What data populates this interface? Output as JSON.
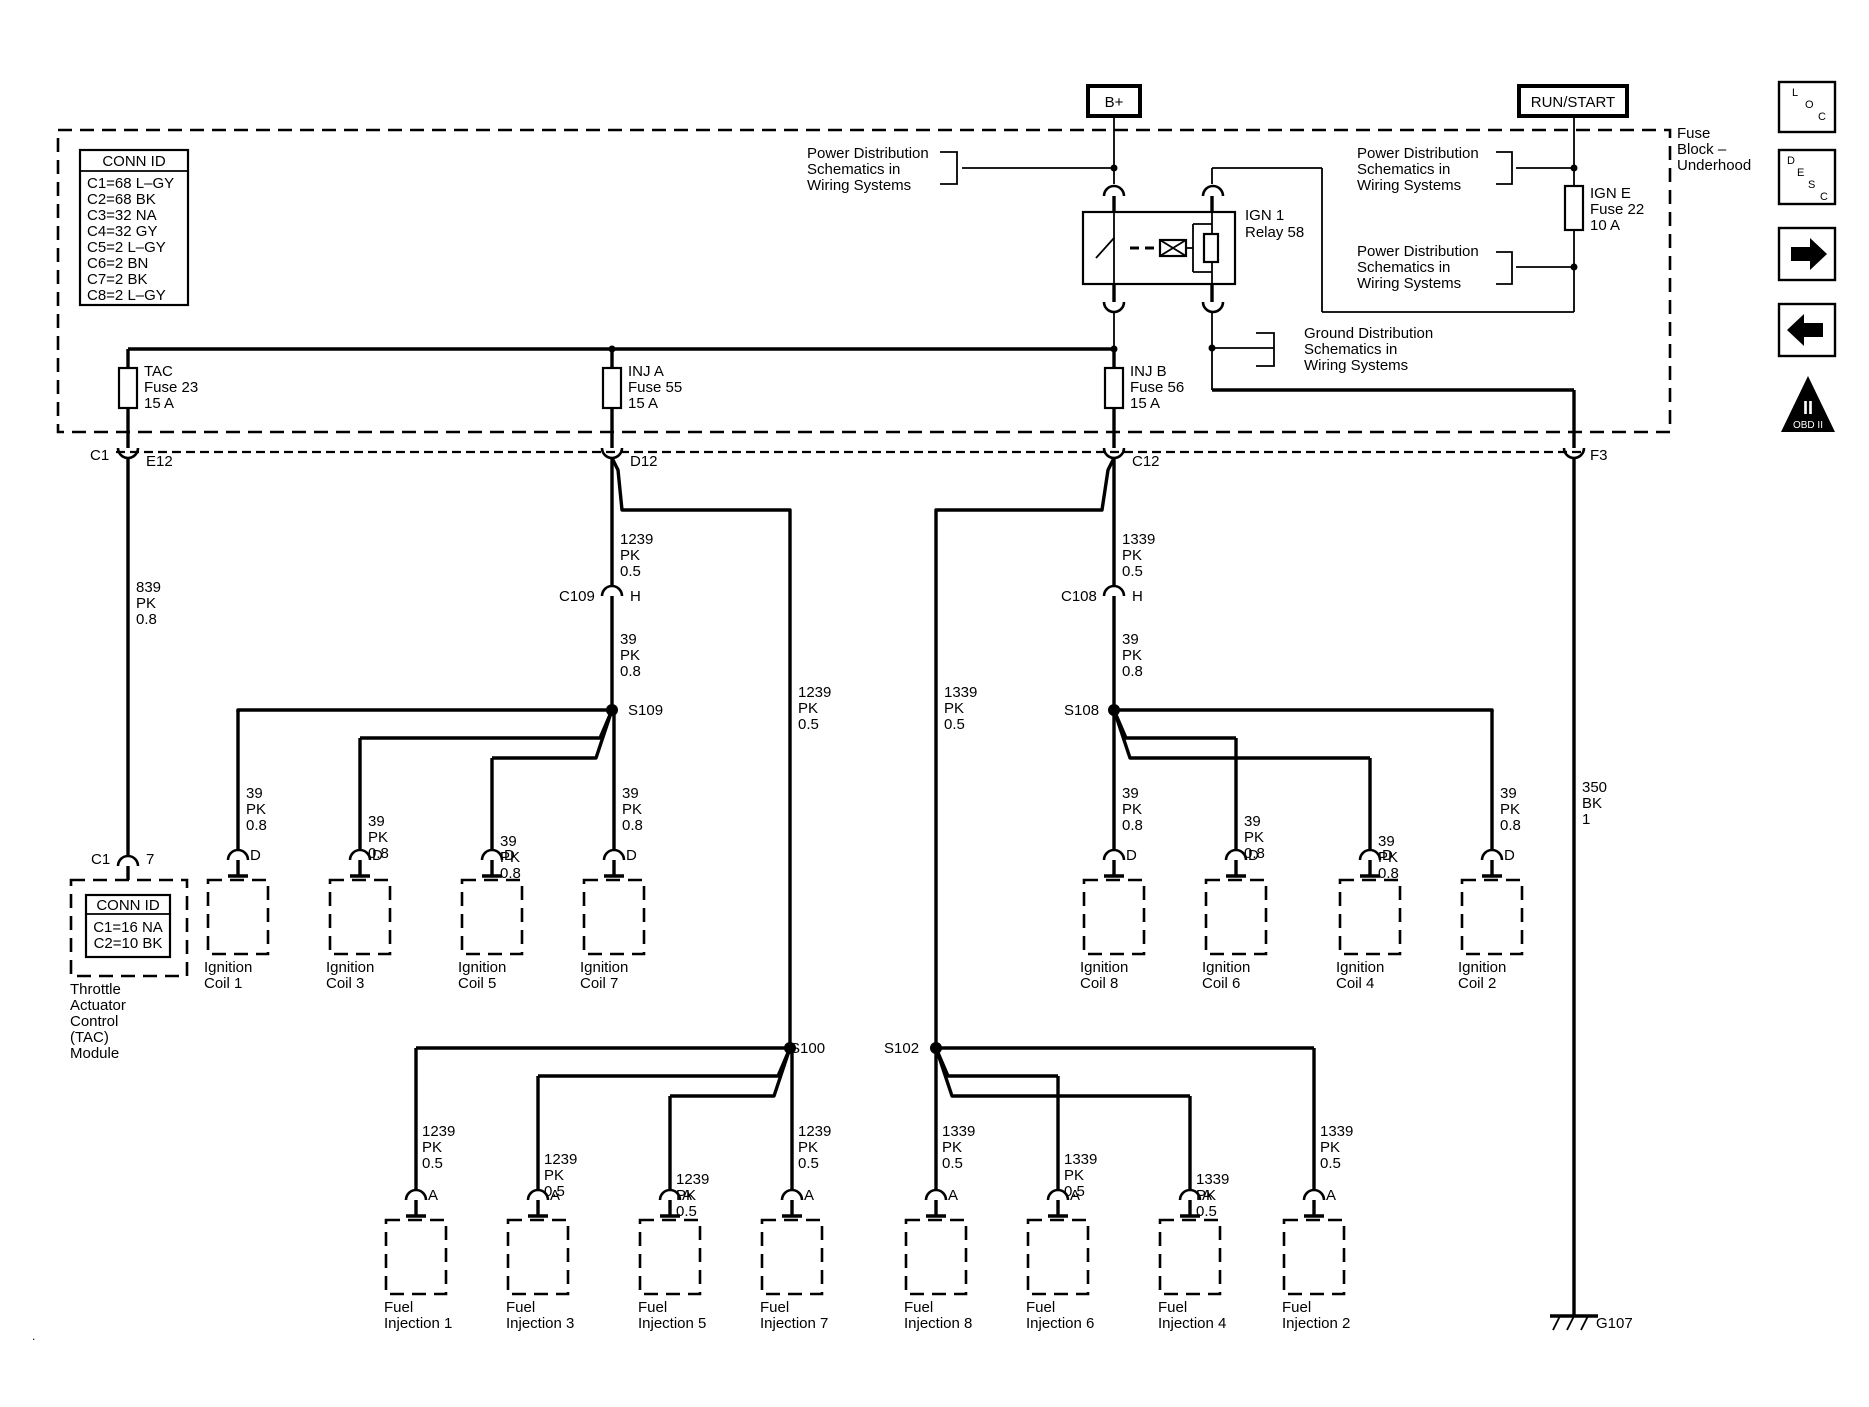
{
  "power_sources": {
    "b_plus": "B+",
    "run_start": "RUN/START"
  },
  "fuse_block_label": [
    "Fuse",
    "Block –",
    "Underhood"
  ],
  "conn_id_table": {
    "title": "CONN ID",
    "rows": [
      "C1=68 L–GY",
      "C2=68 BK",
      "C3=32 NA",
      "C4=32 GY",
      "C5=2 L–GY",
      "C6=2 BN",
      "C7=2 BK",
      "C8=2 L–GY"
    ]
  },
  "power_dist_refs": {
    "top_left": [
      "Power Distribution",
      "Schematics in",
      "Wiring Systems"
    ],
    "top_right": [
      "Power Distribution",
      "Schematics in",
      "Wiring Systems"
    ],
    "mid_right": [
      "Power Distribution",
      "Schematics in",
      "Wiring Systems"
    ],
    "ground": [
      "Ground Distribution",
      "Schematics in",
      "Wiring Systems"
    ]
  },
  "relay": {
    "name": "IGN 1",
    "number": "Relay 58"
  },
  "fuses": {
    "ign_e": [
      "IGN E",
      "Fuse 22",
      "10 A"
    ],
    "tac": [
      "TAC",
      "Fuse 23",
      "15 A"
    ],
    "inj_a": [
      "INJ A",
      "Fuse 55",
      "15 A"
    ],
    "inj_b": [
      "INJ B",
      "Fuse 56",
      "15 A"
    ]
  },
  "connectors": {
    "c1": "C1",
    "e12": "E12",
    "d12": "D12",
    "c12": "C12",
    "f3": "F3",
    "c109": "C109",
    "h_left": "H",
    "c108": "C108",
    "h_right": "H",
    "tac_c1": "C1",
    "tac_pin": "7"
  },
  "wires": {
    "w839": [
      "839",
      "PK",
      "0.8"
    ],
    "w1239_top": [
      "1239",
      "PK",
      "0.5"
    ],
    "w39_left_top": [
      "39",
      "PK",
      "0.8"
    ],
    "w1239_mid": [
      "1239",
      "PK",
      "0.5"
    ],
    "w1339_top": [
      "1339",
      "PK",
      "0.5"
    ],
    "w39_right_top": [
      "39",
      "PK",
      "0.8"
    ],
    "w1339_mid": [
      "1339",
      "PK",
      "0.5"
    ],
    "w350": [
      "350",
      "BK",
      "1"
    ],
    "coil_wire": [
      "39",
      "PK",
      "0.8"
    ],
    "inj_left_wire": [
      "1239",
      "PK",
      "0.5"
    ],
    "inj_right_wire": [
      "1339",
      "PK",
      "0.5"
    ]
  },
  "splices": {
    "s109": "S109",
    "s108": "S108",
    "s100": "S100",
    "s102": "S102"
  },
  "tac_module": {
    "table_title": "CONN ID",
    "table_rows": [
      "C1=16 NA",
      "C2=10 BK"
    ],
    "name": [
      "Throttle",
      "Actuator",
      "Control",
      "(TAC)",
      "Module"
    ]
  },
  "coil_pin": "D",
  "injector_pin": "A",
  "ignition_coils_left": [
    [
      "Ignition",
      "Coil 1"
    ],
    [
      "Ignition",
      "Coil 3"
    ],
    [
      "Ignition",
      "Coil 5"
    ],
    [
      "Ignition",
      "Coil 7"
    ]
  ],
  "ignition_coils_right": [
    [
      "Ignition",
      "Coil 8"
    ],
    [
      "Ignition",
      "Coil 6"
    ],
    [
      "Ignition",
      "Coil 4"
    ],
    [
      "Ignition",
      "Coil 2"
    ]
  ],
  "fuel_injectors_left": [
    [
      "Fuel",
      "Injection 1"
    ],
    [
      "Fuel",
      "Injection 3"
    ],
    [
      "Fuel",
      "Injection 5"
    ],
    [
      "Fuel",
      "Injection 7"
    ]
  ],
  "fuel_injectors_right": [
    [
      "Fuel",
      "Injection 8"
    ],
    [
      "Fuel",
      "Injection 6"
    ],
    [
      "Fuel",
      "Injection 4"
    ],
    [
      "Fuel",
      "Injection 2"
    ]
  ],
  "ground": "G107",
  "nav": {
    "loc": [
      "L",
      "O",
      "C"
    ],
    "desc": [
      "D",
      "E",
      "S",
      "C"
    ],
    "obd": "OBD II",
    "obd_roman": "II",
    "forward_icon": "arrow-right-icon",
    "back_icon": "arrow-left-icon"
  },
  "stray_mark": "."
}
